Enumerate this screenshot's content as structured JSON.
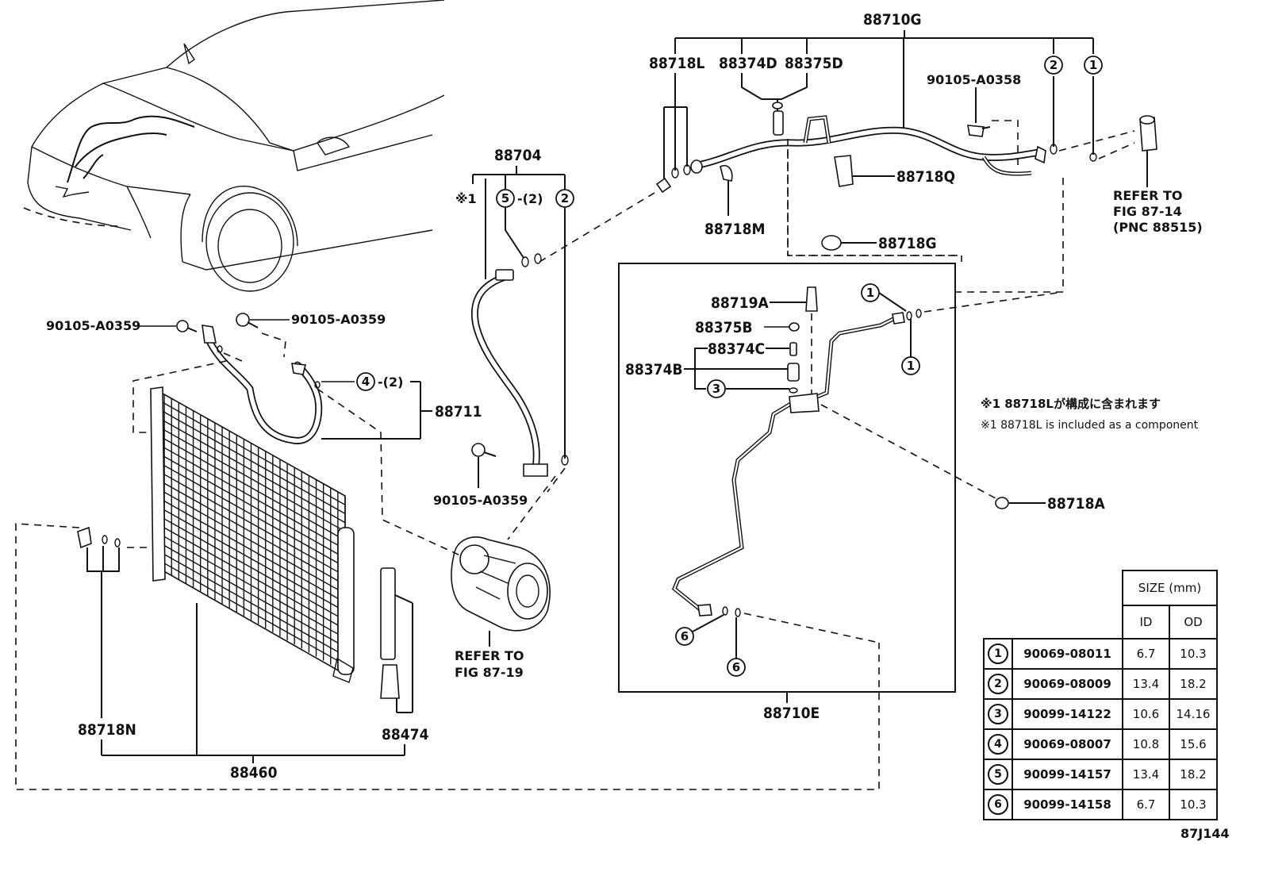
{
  "diagram": {
    "figure_id": "87J144",
    "labels": {
      "assembly_88710G": "88710G",
      "p88718L": "88718L",
      "p88374D": "88374D",
      "p88375D": "88375D",
      "bolt_top": "90105-A0358",
      "p88718Q": "88718Q",
      "p88718M": "88718M",
      "p88718G": "88718G",
      "refer_expansion_1": "REFER TO",
      "refer_expansion_2": "FIG 87-14",
      "refer_expansion_3": "(PNC 88515)",
      "assembly_88704": "88704",
      "note_ref_88704": "※1",
      "qty_5": "-(2)",
      "bolt_left": "90105-A0359",
      "bolt_mid": "90105-A0359",
      "assembly_88711": "88711",
      "qty_4": "-(2)",
      "bolt_compressor": "90105-A0359",
      "refer_compressor_1": "REFER TO",
      "refer_compressor_2": "FIG 87-19",
      "p88718N": "88718N",
      "p88474": "88474",
      "assembly_88460": "88460",
      "p88719A": "88719A",
      "p88375B": "88375B",
      "p88374C": "88374C",
      "p88374B": "88374B",
      "assembly_88710E": "88710E",
      "p88718A": "88718A"
    },
    "notes": {
      "jp": "※1 88718Lが構成に含まれます",
      "en": "※1 88718L is included as a component"
    },
    "callouts": [
      "1",
      "2",
      "3",
      "4",
      "5",
      "6"
    ]
  },
  "size_table": {
    "header": "SIZE (mm)",
    "col_id": "ID",
    "col_od": "OD",
    "rows": [
      {
        "ref": "1",
        "part": "90069-08011",
        "id": "6.7",
        "od": "10.3"
      },
      {
        "ref": "2",
        "part": "90069-08009",
        "id": "13.4",
        "od": "18.2"
      },
      {
        "ref": "3",
        "part": "90099-14122",
        "id": "10.6",
        "od": "14.16"
      },
      {
        "ref": "4",
        "part": "90069-08007",
        "id": "10.8",
        "od": "15.6"
      },
      {
        "ref": "5",
        "part": "90099-14157",
        "id": "13.4",
        "od": "18.2"
      },
      {
        "ref": "6",
        "part": "90099-14158",
        "id": "6.7",
        "od": "10.3"
      }
    ]
  }
}
